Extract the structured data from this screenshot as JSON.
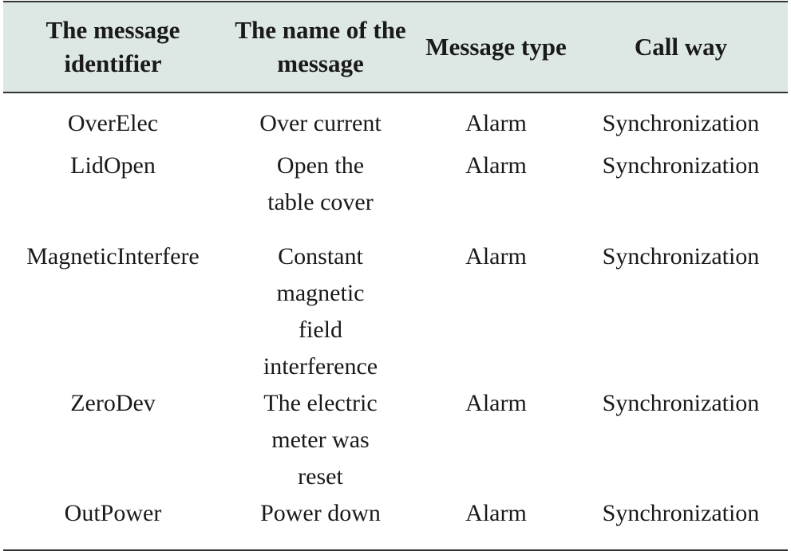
{
  "table": {
    "headers": [
      "The message identifier",
      "The name of the message",
      "Message type",
      "Call way"
    ],
    "rows": [
      {
        "identifier": "OverElec",
        "name": "Over current",
        "type": "Alarm",
        "call_way": "Synchronization"
      },
      {
        "identifier": "LidOpen",
        "name": "Open the table cover",
        "type": "Alarm",
        "call_way": "Synchronization"
      },
      {
        "identifier": "MagneticInterfere",
        "name": "Constant magnetic field interference",
        "type": "Alarm",
        "call_way": "Synchronization"
      },
      {
        "identifier": "ZeroDev",
        "name": "The electric meter was reset",
        "type": "Alarm",
        "call_way": "Synchronization"
      },
      {
        "identifier": "OutPower",
        "name": "Power down",
        "type": "Alarm",
        "call_way": "Synchronization"
      }
    ]
  },
  "colors": {
    "header_background": "#dde8e4",
    "rule_color": "#333333",
    "text_color": "#1a1a1a"
  }
}
